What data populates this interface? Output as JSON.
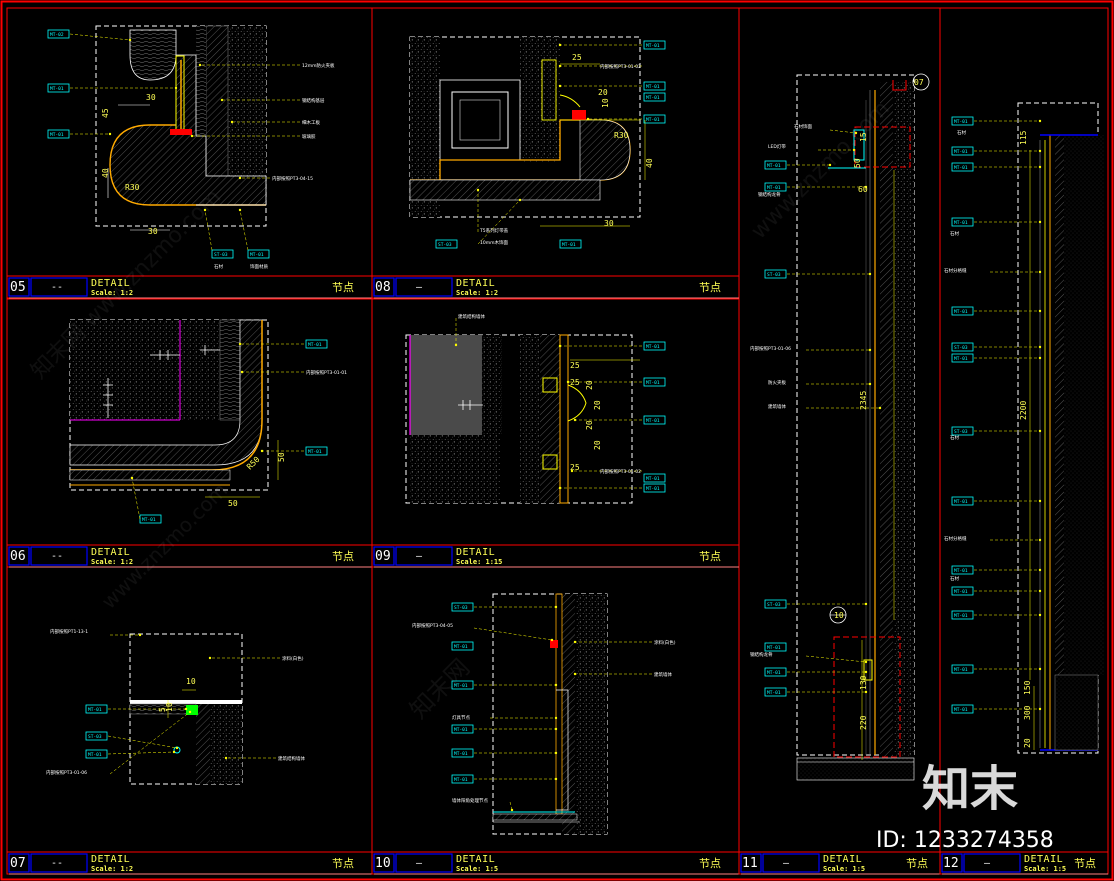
{
  "drawing": {
    "panels": [
      {
        "id": "05",
        "number": "05",
        "dash": "--",
        "title": "DETAIL",
        "scale": "Scale: 1:2",
        "node": "节点"
      },
      {
        "id": "08",
        "number": "08",
        "dash": "—",
        "title": "DETAIL",
        "scale": "Scale: 1:2",
        "node": "节点"
      },
      {
        "id": "06",
        "number": "06",
        "dash": "--",
        "title": "DETAIL",
        "scale": "Scale: 1:2",
        "node": "节点"
      },
      {
        "id": "09",
        "number": "09",
        "dash": "—",
        "title": "DETAIL",
        "scale": "Scale: 1:15",
        "node": "节点"
      },
      {
        "id": "07",
        "number": "07",
        "dash": "--",
        "title": "DETAIL",
        "scale": "Scale: 1:2",
        "node": "节点"
      },
      {
        "id": "10",
        "number": "10",
        "dash": "—",
        "title": "DETAIL",
        "scale": "Scale: 1:5",
        "node": "节点"
      },
      {
        "id": "11",
        "number": "11",
        "dash": "—",
        "title": "DETAIL",
        "scale": "Scale: 1:5",
        "node": "节点"
      },
      {
        "id": "12",
        "number": "12",
        "dash": "—",
        "title": "DETAIL",
        "scale": "Scale: 1:5",
        "node": "节点"
      }
    ],
    "dimensions": {
      "p05": [
        "30",
        "45",
        "40",
        "R30",
        "30"
      ],
      "p08": [
        "25",
        "20",
        "10",
        "R30",
        "30",
        "40"
      ],
      "p06": [
        "R50",
        "50",
        "50"
      ],
      "p09": [
        "25",
        "25",
        "20",
        "20",
        "20",
        "20",
        "25"
      ],
      "p07": [
        "10",
        "5",
        "10"
      ],
      "p11": [
        "15",
        "50",
        "60",
        "2345",
        "10",
        "130",
        "220",
        "07"
      ],
      "p12": [
        "115",
        "2200",
        "150",
        "300",
        "20"
      ]
    },
    "tags": {
      "p05": [
        "MT-02",
        "MT-01",
        "MT-01",
        "ST-03",
        "MT-01"
      ],
      "p08": [
        "MT-01",
        "MT-01",
        "MT-01",
        "ST-03",
        "MT-01",
        "MT-01"
      ],
      "p06": [
        "MT-01",
        "MT-01",
        "MT-01"
      ],
      "p09": [
        "MT-01",
        "MT-01",
        "MT-01",
        "MT-01",
        "MT-01"
      ],
      "p07": [
        "MT-01",
        "ST-03",
        "MT-01"
      ],
      "p10": [
        "ST-03",
        "MT-01",
        "MT-01",
        "MT-01",
        "MT-01",
        "MT-01"
      ],
      "p11": [
        "MT-01",
        "MT-01",
        "ST-03",
        "ST-03",
        "MT-01",
        "MT-01",
        "MT-01"
      ],
      "p12": [
        "MT-01",
        "MT-01",
        "MT-01",
        "MT-01",
        "MT-01",
        "ST-03",
        "MT-01",
        "ST-03",
        "MT-01",
        "MT-01",
        "MT-01",
        "MT-01",
        "MT-01",
        "MT-01"
      ]
    },
    "labels": {
      "p05": [
        "12mm防火夹板",
        "钢结构基层",
        "细木工板",
        "玻璃胶",
        "内部按照PT3-04-15",
        "石材",
        "饰面材质"
      ],
      "p08": [
        "内部按照PT3-01-02",
        "T5系列灯带盖",
        "10mm木饰面"
      ],
      "p06": [
        "内部按照PT3-01-01"
      ],
      "p09": [
        "建筑结构墙体",
        "内部按照PT3-01-02"
      ],
      "p07": [
        "内部按照PT1-13-1",
        "涂料(白色)",
        "建筑结构墙体",
        "内部按照PT3-01-06"
      ],
      "p10": [
        "内部按照PT3-04-05",
        "涂料(白色)",
        "建筑墙体",
        "灯具节点",
        "墙体阳角处理节点"
      ],
      "p11": [
        "石材饰面",
        "LED灯带",
        "钢结构龙骨",
        "内部按照PT3-01-06",
        "防火夹板",
        "建筑墙体",
        "钢结构龙骨"
      ],
      "p12": [
        "石材",
        "石材分格缝",
        "石材",
        "石材",
        "石材分格缝",
        "石材"
      ]
    },
    "watermark": {
      "brand": "知末",
      "id": "ID: 1233274358",
      "faint": [
        "知末网 www.znzmo.com",
        "www.znzmo.com",
        "知末网",
        "www.znzmo.com"
      ]
    },
    "colors": {
      "background": "#000000",
      "border": "#ff0000",
      "dimension": "#ffff00",
      "tag": "#00ffff",
      "hatch": "#a0a0a0",
      "highlight": "#ff0000",
      "accent": "#ff00ff",
      "finish": "#ffaa00",
      "green": "#00ff00"
    }
  }
}
